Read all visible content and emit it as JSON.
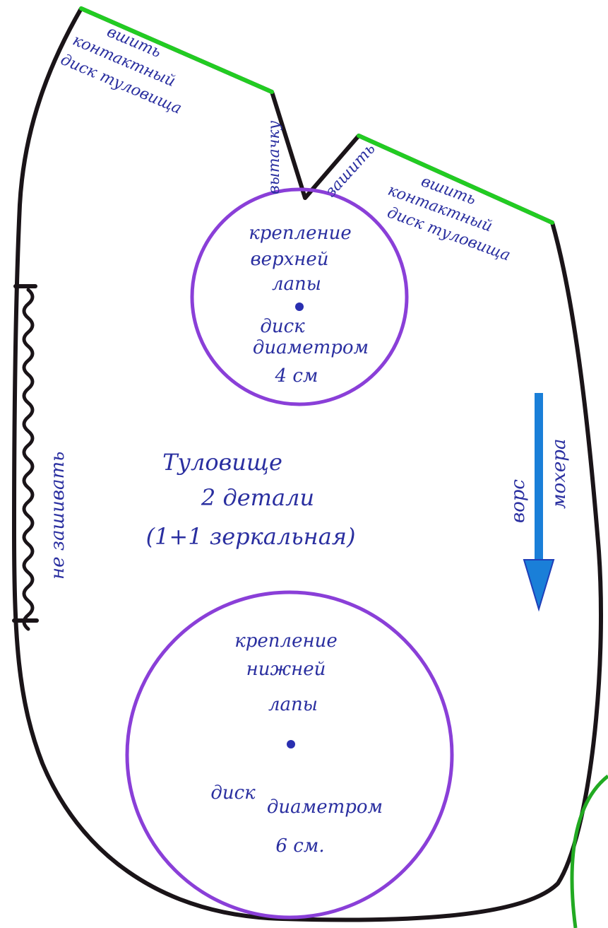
{
  "colors": {
    "outline": "#1a1418",
    "seam_green": "#22cc22",
    "circle": "#8a3fd8",
    "circle_dot": "#2a2fb0",
    "text": "#2a2fa0",
    "arrow": "#1a7fd8",
    "arrow_outline": "#1f3fb8",
    "partial_circle": "#22aa22"
  },
  "labels": {
    "sew_disk_left": [
      "вшить",
      "контактный",
      "диск туловища"
    ],
    "dart": "вытачку",
    "sew_up": "зашить",
    "sew_disk_right": [
      "вшить",
      "контактный",
      "диск туловища"
    ],
    "not_sew": "не зашивать",
    "title": [
      "Туловище",
      "2 детали",
      "(1+1 зеркальная)"
    ],
    "nap": [
      "ворс",
      "мохера"
    ]
  },
  "upper_circle": {
    "text": [
      "крепление",
      "верхней",
      "лапы"
    ],
    "disk": [
      "диск",
      "диаметром",
      "4 см"
    ]
  },
  "lower_circle": {
    "text": [
      "крепление",
      "нижней",
      "лапы"
    ],
    "disk": [
      "диск",
      "диаметром",
      "6 см."
    ]
  }
}
